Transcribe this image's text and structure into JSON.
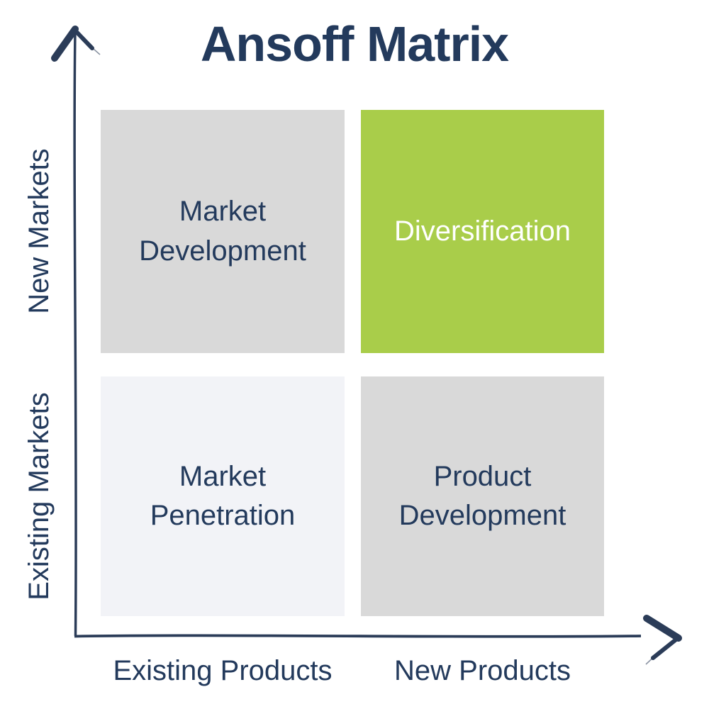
{
  "title": "Ansoff Matrix",
  "colors": {
    "navy_text": "#233a5c",
    "green_quadrant": "#a9cd4a",
    "gray_quadrant": "#d9d9d9",
    "lightgray_quadrant": "#f2f3f7",
    "white_text": "#ffffff",
    "background": "#ffffff"
  },
  "y_axis": {
    "top_label": "New Markets",
    "bottom_label": "Existing Markets"
  },
  "x_axis": {
    "left_label": "Existing Products",
    "right_label": "New Products"
  },
  "quadrants": {
    "top_left": {
      "label": "Market Development"
    },
    "top_right": {
      "label": "Diversification"
    },
    "bottom_left": {
      "label": "Market Penetration"
    },
    "bottom_right": {
      "label": "Product Development"
    }
  }
}
